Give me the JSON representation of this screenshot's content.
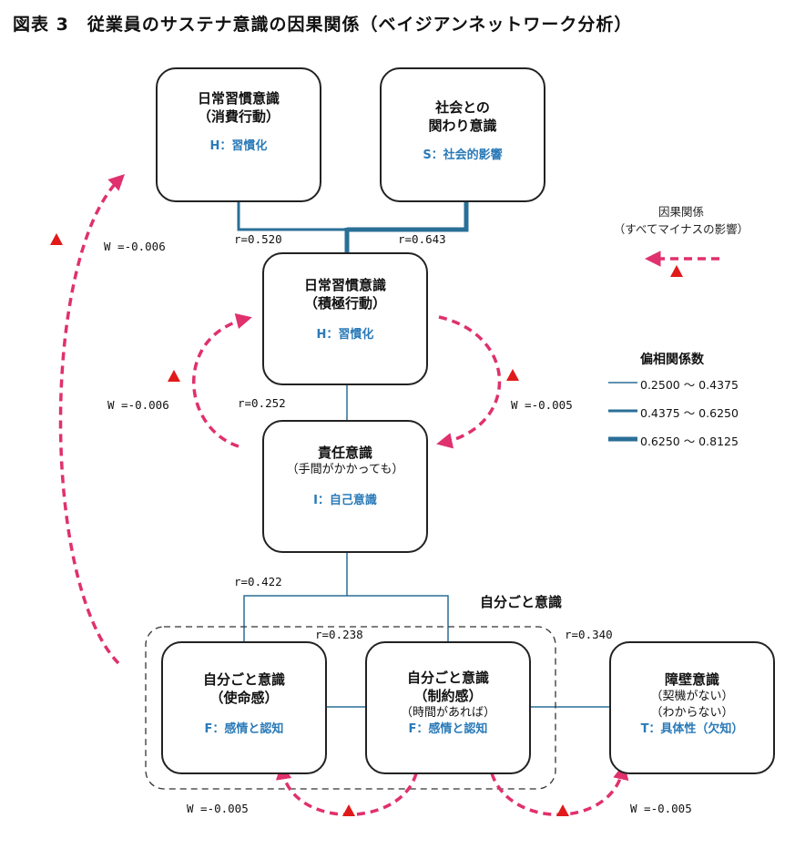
{
  "title": "図表 3　従業員のサステナ意識の因果関係（ベイジアンネットワーク分析）",
  "nodes": {
    "habit_consumption": {
      "title1": "日常習慣意識",
      "title2": "（消費行動）",
      "code": "H：習慣化"
    },
    "social": {
      "title1": "社会との",
      "title2": "関わり意識",
      "code": "S：社会的影響"
    },
    "habit_behavior": {
      "title1": "日常習慣意識",
      "title2": "（積極行動）",
      "code": "H：習慣化"
    },
    "responsibility": {
      "title1": "責任意識",
      "sub": "（手間がかかっても）",
      "code": "I：自己意識"
    },
    "mission": {
      "title1": "自分ごと意識",
      "title2": "（使命感）",
      "code": "F：感情と認知"
    },
    "constraint": {
      "title1": "自分ごと意識",
      "title2": "（制約感）",
      "sub": "（時間があれば）",
      "code": "F：感情と認知"
    },
    "barrier": {
      "title1": "障壁意識",
      "sub1": "（契機がない）",
      "sub2": "（わからない）",
      "code": "T：具体性（欠知）"
    }
  },
  "correlations": {
    "r1": "r=0.520",
    "r2": "r=0.643",
    "r3": "r=0.252",
    "r4": "r=0.422",
    "r5": "r=0.238",
    "r6": "r=0.340"
  },
  "weights": {
    "w_left_top": "W =-0.006",
    "w_left_mid": "W =-0.006",
    "w_right_mid": "W =-0.005",
    "w_bottom_left": "W =-0.005",
    "w_bottom_right": "W =-0.005"
  },
  "group_label": "自分ごと意識",
  "legend": {
    "causal_title1": "因果関係",
    "causal_title2": "（すべてマイナスの影響）",
    "corr_title": "偏相関係数",
    "items": [
      "0.2500 ～ 0.4375",
      "0.4375 ～ 0.6250",
      "0.6250 ～ 0.8125"
    ]
  },
  "colors": {
    "line": "#2a6f97",
    "arrow": "#e0306e",
    "triangle": "#e01a1a",
    "code": "#2a7ab8"
  }
}
